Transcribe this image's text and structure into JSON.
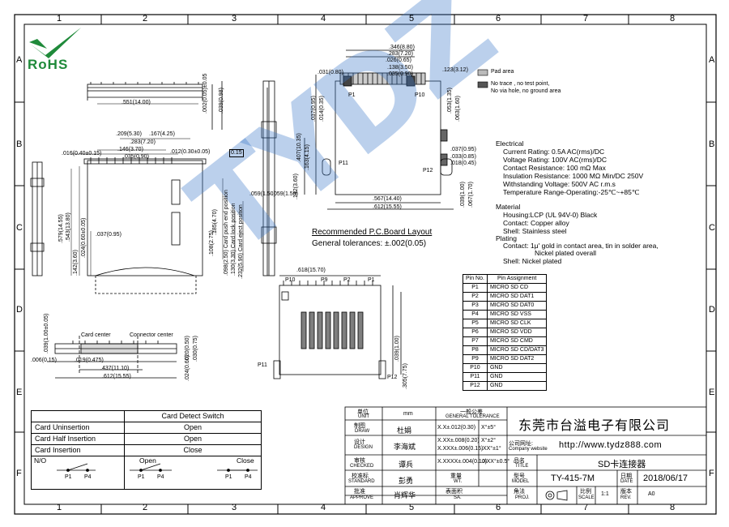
{
  "rohs": {
    "logo_text": "RoHS"
  },
  "grid": {
    "columns": [
      "1",
      "2",
      "3",
      "4",
      "5",
      "6",
      "7",
      "8"
    ],
    "rows": [
      "A",
      "B",
      "C",
      "D",
      "E",
      "F"
    ]
  },
  "dims": {
    "d_551": ".551(14.00)",
    "d_002_005": ".002(0.05)±0.05",
    "d_039_098": ".039(0.98)",
    "d_209": ".209(5.30)",
    "d_167": ".167(4.25)",
    "d_283": ".283(7.20)",
    "d_146": ".146(3.70)",
    "d_035": ".035(0.90)",
    "d_016": ".016(0.40±0.15)",
    "d_012": ".012(0.30±0.05)",
    "d_tol_box": "0.15",
    "d_579": ".579(14.55)",
    "d_543": ".543(13.80)",
    "d_024": ".024(0.60±0.05)",
    "d_037": ".037(0.95)",
    "d_142": ".142(3.60)",
    "d_185": ".185(4.70)",
    "d_108": ".108(2.75)",
    "d_098": ".098(2.50) Card push end position",
    "d_130": ".130(3.30) Card lock position",
    "d_232": ".232(5.90) Card eject position",
    "d_059_side": ".059(1.50)",
    "card_center": "Card center",
    "connector_center": "Connector center",
    "d_006": ".006(0.15)",
    "d_039_103": ".039(1.00±0.05)",
    "d_019": ".019(0.475)",
    "d_437": ".437(11.10)",
    "d_612": ".612(15.55)",
    "d_024b": ".024(0.60)",
    "d_020b": ".020(0.50)",
    "d_030": ".030(0.75)",
    "pcb_346": ".346(8.80)",
    "pcb_283": ".283(7.20)",
    "pcb_026": ".026(0.65)",
    "pcb_138": ".138(3.50)",
    "pcb_035": ".035(0.90)",
    "pcb_123": ".123(3.12)",
    "pcb_031": ".031(0.80)",
    "pcb_p1": "P1",
    "pcb_p10": "P10",
    "pcb_037": ".037(0.95)",
    "pcb_014": ".014(0.35)",
    "pcb_053": ".053(1.35)",
    "pcb_063": ".063(1.60)",
    "pcb_407": ".407(10.35)",
    "pcb_163": ".163(4.15)",
    "pcb_142": ".142(3.60)",
    "pcb_059": ".059(1.50)",
    "pcb_p11": "P11",
    "pcb_p12": "P12",
    "pcb_037b": ".037(0.95)",
    "pcb_033": ".033(0.85)",
    "pcb_018": ".018(0.45)",
    "pcb_039": ".039(1.00)",
    "pcb_067": ".067(1.70)",
    "pcb_567": ".567(14.40)",
    "pcb_612": ".612(15.55)",
    "front_618": ".618(15.70)",
    "front_p10": "P10",
    "front_p9": "P9",
    "front_p2": "P2",
    "front_p1": "P1",
    "front_p11": "P11",
    "front_p12": "P12",
    "front_039": ".039(1.00)",
    "front_305": ".305(7.75)"
  },
  "legend": {
    "pad_area": "Pad area",
    "no_trace_1": "No trace , no test point,",
    "no_trace_2": "No via hole, no ground area"
  },
  "pcb_layout": {
    "title": "Recommended P.C.Board Layout",
    "tolerance": "General tolerances: ±.002(0.05)"
  },
  "specs": {
    "electrical": "Electrical",
    "current": "Current Rating: 0.5A AC(rms)/DC",
    "voltage": "Voltage Rating: 100V AC(rms)/DC",
    "contact_res": "Contact Resistance: 100 mΩ Max",
    "insulation": "Insulation Resistance: 1000 MΩ Min/DC 250V",
    "withstanding": "Withstanding Voltage: 500V AC r.m.s",
    "temperature": "Temperature Range-Operating:-25℃~+85℃",
    "material": "Material",
    "housing": "Housing:LCP (UL 94V-0) Black",
    "contact_mat": "Contact: Copper alloy",
    "shell_mat": "Shell: Stainless steel",
    "plating": "Plating",
    "contact_plating_1": "Contact: 1μ' gold in contact area, tin in solder area,",
    "contact_plating_2": "Nickel plated overall",
    "shell_plating": "Shell: Nickel plated"
  },
  "pin_table": {
    "headers": [
      "Pin No.",
      "Pin Assignment"
    ],
    "rows": [
      [
        "P1",
        "MICRO SD CD"
      ],
      [
        "P2",
        "MICRO SD DAT1"
      ],
      [
        "P3",
        "MICRO SD DAT0"
      ],
      [
        "P4",
        "MICRO SD VSS"
      ],
      [
        "P5",
        "MICRO SD CLK"
      ],
      [
        "P6",
        "MICRO SD VDD"
      ],
      [
        "P7",
        "MICRO SD CMD"
      ],
      [
        "P8",
        "MICRO SD CD/DAT3"
      ],
      [
        "P9",
        "MICRO SD DAT2"
      ],
      [
        "P10",
        "GND"
      ],
      [
        "P11",
        "GND"
      ],
      [
        "P12",
        "GND"
      ]
    ]
  },
  "card_detect": {
    "title": "Card Detect Switch",
    "rows": [
      [
        "Card Uninsertion",
        "Open"
      ],
      [
        "Card Half Insertion",
        "Open"
      ],
      [
        "Card Insertion",
        "Close"
      ]
    ],
    "no_label": "N/O",
    "open_label": "Open",
    "close_label": "Close",
    "p1": "P1",
    "p4": "P4"
  },
  "title_block": {
    "unit_cn": "单位",
    "unit_en": "UNIT",
    "unit_val": "mm",
    "gt_cn": "一般公差",
    "gt_en": "GENERAL TOLERANCE",
    "draw_cn": "制图",
    "draw_en": "DRAW",
    "draw_name": "杜娟",
    "design_cn": "设计",
    "design_en": "DESIGN",
    "design_name": "李海斌",
    "checked_cn": "审核",
    "checked_en": "CHECKED",
    "checked_name": "谭兵",
    "standard_cn": "校准标",
    "standard_en": "STANDARD",
    "standard_name": "彭勇",
    "approve_cn": "批准",
    "approve_en": "APPROVE",
    "approve_name": "肖辉华",
    "tol1": "X.X±.012(0.30)",
    "tol2": "X.XX±.008(0.20)",
    "tol3": "X.XXX±.006(0.15)",
    "tol4": "X.XXXX±.004(0.10)",
    "ang1": "X°±5°",
    "ang2": "X°±2°",
    "ang3": ".XX°±1°",
    "ang4": ".XXX°±0.5°",
    "weight_cn": "重量",
    "weight_en": "WT.",
    "surface_cn": "表面积",
    "surface_en": "SA.",
    "company": "东莞市台溢电子有限公司",
    "website_cn": "公司网址:",
    "website_en": "Company website",
    "website": "http://www.tydz888.com",
    "name_cn": "品名",
    "name_en": "TITLE",
    "product_name": "SD卡连接器",
    "model_cn": "型号",
    "model_en": "MODEL",
    "model": "TY-415-7M",
    "date_cn": "日期",
    "date_en": "DATE",
    "date": "2018/06/17",
    "proj_cn": "角法",
    "proj_en": "PROJ.",
    "scale_cn": "比例",
    "scale_en": "SCALE",
    "scale": "1:1",
    "rev_cn": "版本",
    "rev_en": "REV.",
    "rev": "A0"
  },
  "watermark": {
    "text": "TYDZ"
  },
  "colors": {
    "rohs_green": "#1f8a3a",
    "watermark_blue": "#3c78c8"
  }
}
